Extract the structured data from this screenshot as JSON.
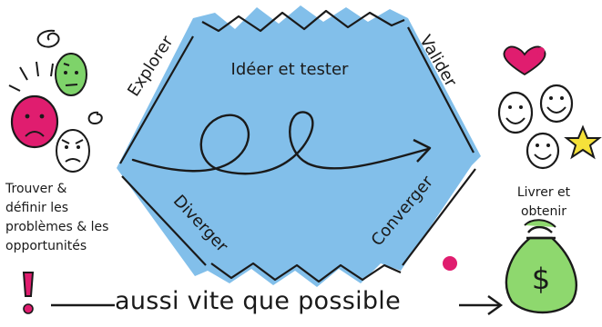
{
  "diagram": {
    "center_title": "Idéer et tester",
    "phases": {
      "explore": "Explorer",
      "validate": "Valider",
      "diverge": "Diverger",
      "converge": "Converger"
    },
    "left_caption": "Trouver &\ndéfinir les\nproblèmes & les\nopportunités",
    "right_caption": "Livrer et\nobtenir",
    "bottom_caption": "aussi vite que possible",
    "money_symbol": "$",
    "colors": {
      "shape_fill": "#82bfea",
      "pink": "#e01d6f",
      "green": "#7ed36a",
      "money_green": "#8ed86e",
      "star_yellow": "#f5e13a",
      "ink": "#1a1a1a"
    }
  }
}
